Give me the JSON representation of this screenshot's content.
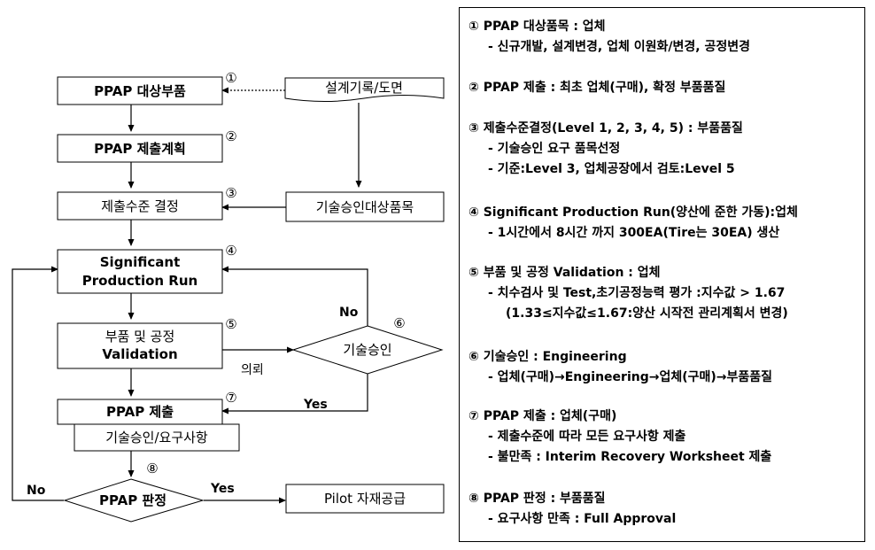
{
  "flowchart": {
    "nodes": {
      "ppap_target_part": "PPAP 대상부품",
      "design_record": "설계기록/도면",
      "ppap_plan": "PPAP 제출계획",
      "level_decision": "제출수준 결정",
      "tech_approval_items": "기술승인대상품목",
      "sig_run_line1": "Significant",
      "sig_run_line2": "Production Run",
      "validation_line1": "부품 및 공정",
      "validation_line2": "Validation",
      "tech_approval": "기술승인",
      "ppap_submit": "PPAP 제출",
      "tech_req": "기술승인/요구사항",
      "ppap_judge": "PPAP 판정",
      "pilot_supply": "Pilot 자재공급"
    },
    "markers": [
      "①",
      "②",
      "③",
      "④",
      "⑤",
      "⑥",
      "⑦",
      "⑧"
    ],
    "edge_labels": {
      "no_top": "No",
      "request": "의뢰",
      "yes_mid": "Yes",
      "yes_bottom": "Yes",
      "no_bottom": "No"
    }
  },
  "notes": [
    {
      "head": "① PPAP 대상품목 : 업체",
      "lines": [
        "- 신규개발, 설계변경, 업체 이원화/변경, 공정변경"
      ]
    },
    {
      "head": "② PPAP 제출 : 최초 업체(구매), 확정 부품품질",
      "lines": []
    },
    {
      "head": "③ 제출수준결정(Level 1, 2, 3, 4, 5) : 부품품질",
      "lines": [
        "- 기술승인 요구 품목선정",
        "- 기준:Level 3, 업체공장에서 검토:Level 5"
      ]
    },
    {
      "head": "④ Significant Production Run(양산에 준한 가동):업체",
      "lines": [
        "- 1시간에서 8시간 까지 300EA(Tire는 30EA) 생산"
      ]
    },
    {
      "head": "⑤ 부품 및 공정 Validation : 업체",
      "lines": [
        "- 치수검사 및 Test,초기공정능력 평가 :지수값 > 1.67",
        "(1.33≤지수값≤1.67:양산 시작전 관리계획서 변경)"
      ]
    },
    {
      "head": "⑥ 기술승인 : Engineering",
      "lines": [
        "- 업체(구매)→Engineering→업체(구매)→부품품질"
      ]
    },
    {
      "head": "⑦ PPAP 제출 : 업체(구매)",
      "lines": [
        "- 제출수준에 따라 모든 요구사항 제출",
        "- 불만족 : Interim Recovery Worksheet 제출"
      ]
    },
    {
      "head": "⑧ PPAP 판정 : 부품품질",
      "lines": [
        "- 요구사항 만족 : Full Approval"
      ]
    }
  ]
}
